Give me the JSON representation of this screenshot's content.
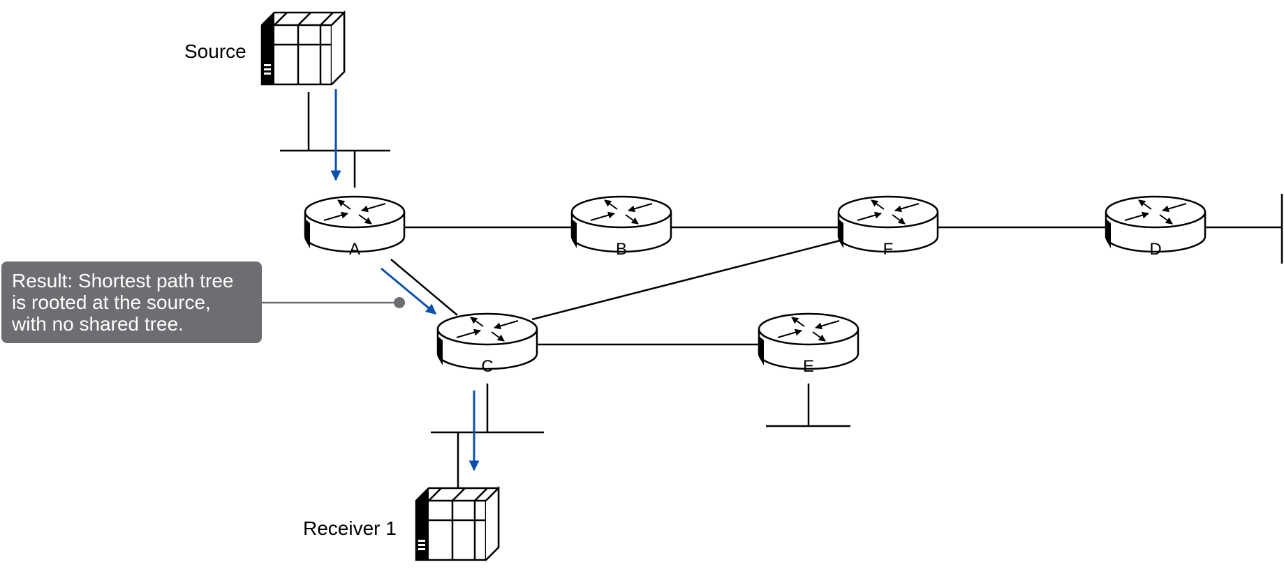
{
  "hosts": {
    "source": {
      "label": "Source"
    },
    "receiver": {
      "label": "Receiver 1"
    }
  },
  "routers": [
    {
      "id": "A",
      "label": "A"
    },
    {
      "id": "B",
      "label": "B"
    },
    {
      "id": "F",
      "label": "F"
    },
    {
      "id": "D",
      "label": "D"
    },
    {
      "id": "C",
      "label": "C"
    },
    {
      "id": "E",
      "label": "E"
    }
  ],
  "callout": {
    "lines": [
      "Result: Shortest path tree",
      "is rooted at the source,",
      "with no shared tree."
    ]
  },
  "colors": {
    "traffic_arrow": "#0a4fad",
    "callout_bg": "#6d6e71",
    "line": "#000000"
  },
  "icons": {
    "router": "router-icon",
    "host": "server-icon"
  }
}
